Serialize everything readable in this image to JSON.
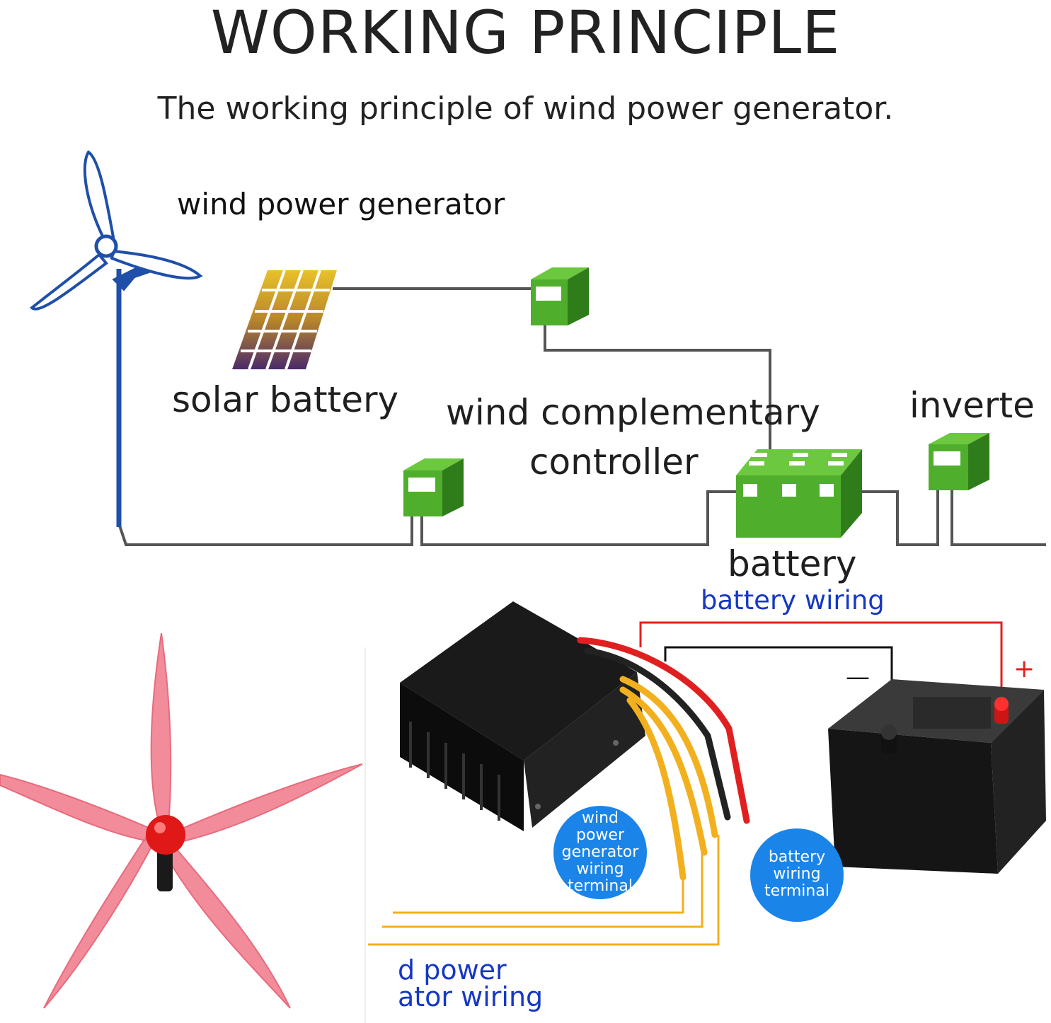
{
  "title": "WORKING PRINCIPLE",
  "subtitle": "The working principle of wind power generator.",
  "diagram": {
    "wind_generator_label": "wind power generator",
    "solar_label": "solar battery",
    "controller_label_line1": "wind complementary",
    "controller_label_line2": "controller",
    "inverter_label": "inverte",
    "battery_label": "battery"
  },
  "wiring": {
    "battery_wiring_label": "battery wiring",
    "minus_sign": "—",
    "plus_sign": "+",
    "generator_terminal_badge": [
      "wind",
      "power",
      "generator",
      "wiring",
      "terminal"
    ],
    "battery_terminal_badge": [
      "battery",
      "wiring",
      "terminal"
    ],
    "generator_wiring_line1": "d power",
    "generator_wiring_line2": "ator wiring"
  },
  "colors": {
    "component_green": "#4fae2c",
    "component_green_dark": "#2f7d1a",
    "wire_gray": "#555555",
    "turbine_blue": "#1f4fa8",
    "badge_blue": "#1a84e8",
    "label_blue": "#1538c4",
    "wire_red": "#e02020",
    "wire_yellow": "#f2b01e",
    "blade_pink": "#f28c9a",
    "hub_red": "#e01818"
  }
}
